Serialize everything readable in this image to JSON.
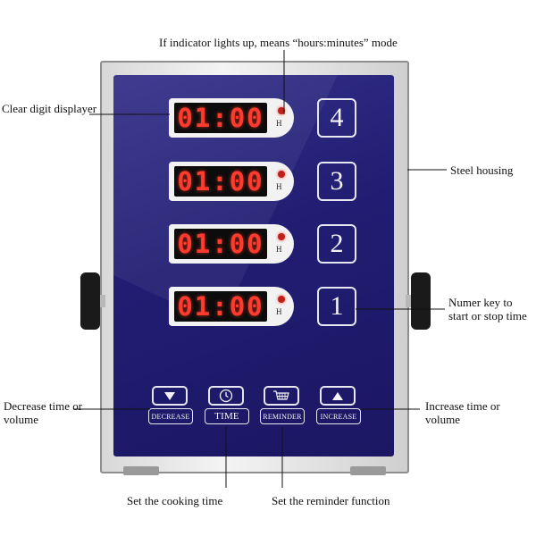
{
  "callouts": {
    "indicator": "If indicator lights up, means  “hours:minutes” mode",
    "digit_displayer": "Clear digit displayer",
    "steel_housing": "Steel housing",
    "numer_key_line1": "Numer key to",
    "numer_key_line2": "start or stop time",
    "decrease_line1": "Decrease time or",
    "decrease_line2": "volume",
    "increase_line1": "Increase time or",
    "increase_line2": "volume",
    "cooking_time": "Set the cooking time",
    "reminder_function": "Set the reminder function"
  },
  "timers": [
    {
      "display": "01:00",
      "indicator": "H",
      "key": "4"
    },
    {
      "display": "01:00",
      "indicator": "H",
      "key": "3"
    },
    {
      "display": "01:00",
      "indicator": "H",
      "key": "2"
    },
    {
      "display": "01:00",
      "indicator": "H",
      "key": "1"
    }
  ],
  "function_keys": [
    {
      "label": "DECREASE",
      "icon": "triangle-down-icon"
    },
    {
      "label": "TIME",
      "icon": "clock-icon"
    },
    {
      "label": "REMINDER",
      "icon": "basket-icon"
    },
    {
      "label": "INCREASE",
      "icon": "triangle-up-icon"
    }
  ],
  "colors": {
    "panel": "#211d72",
    "digits": "#ff3a2e",
    "housing": "#e6e6e6"
  }
}
